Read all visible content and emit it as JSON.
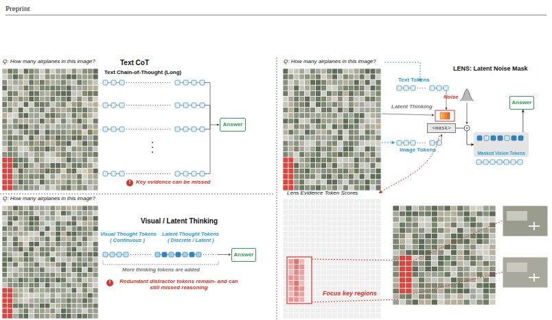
{
  "diagram": {
    "nodes": [
      {
        "text": [
          "Answer"
        ]
      },
      {
        "text": [
          "Answer"
        ]
      },
      {
        "text": [
          "<mask>"
        ]
      },
      {
        "text": [
          "Masked Vision Tokens"
        ]
      },
      {
        "text": [
          "Answer"
        ]
      }
    ],
    "edges": [
      {
        "from": 2,
        "to": 3,
        "arrow": "to"
      },
      {
        "from": 3,
        "to": 4,
        "arrow": "to"
      }
    ],
    "labels": [
      "Preprint",
      "Q: How many airplanes in this image?",
      "Text CoT",
      "Text Chain-of-Thought (Long)",
      "!",
      "Key evidence can be missed",
      "Q: How many airplanes in this image?",
      "Visual / Latent Thinking",
      "Visual Thought Tokens",
      "( Continuous )",
      "Latent Thought Tokens",
      "( Discrete / Latent )",
      "More thinking tokens are added",
      "!",
      "Redundant distractor tokens remain- and can still missed reasoning",
      "Q: How many airplanes in this image?",
      "LENS: Latent Noise Mask",
      "Text Tokens",
      "Latent Thinking",
      "Noise",
      "Image Tokens",
      "Lens Evidence Token Scores",
      "Focus key regions"
    ]
  }
}
